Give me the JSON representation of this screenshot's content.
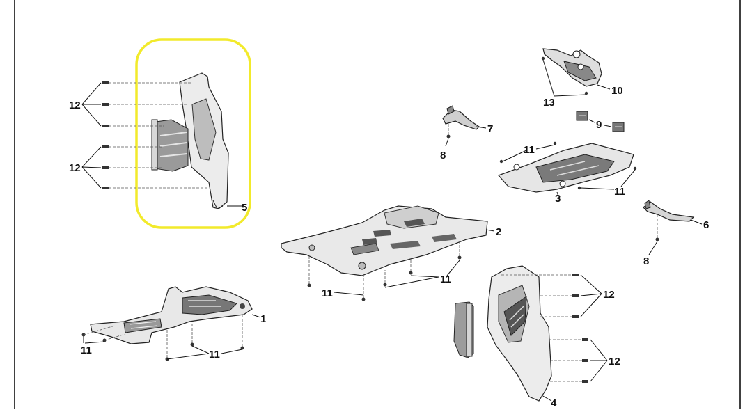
{
  "diagram": {
    "highlight_color": "#f2ea2b",
    "callouts": {
      "c12_upper": "12",
      "c12_lower": "12",
      "c5": "5",
      "c1": "1",
      "c11_p1_left": "11",
      "c11_p1_bottom": "11",
      "c2": "2",
      "c11_p2_left": "11",
      "c11_p2_right": "11",
      "c7": "7",
      "c8_p7": "8",
      "c10": "10",
      "c13": "13",
      "c9": "9",
      "c3": "3",
      "c11_p3_top": "11",
      "c11_p3_bottom": "11",
      "c6": "6",
      "c8_p6": "8",
      "c4": "4",
      "c12_p4_upper": "12",
      "c12_p4_lower": "12"
    }
  }
}
